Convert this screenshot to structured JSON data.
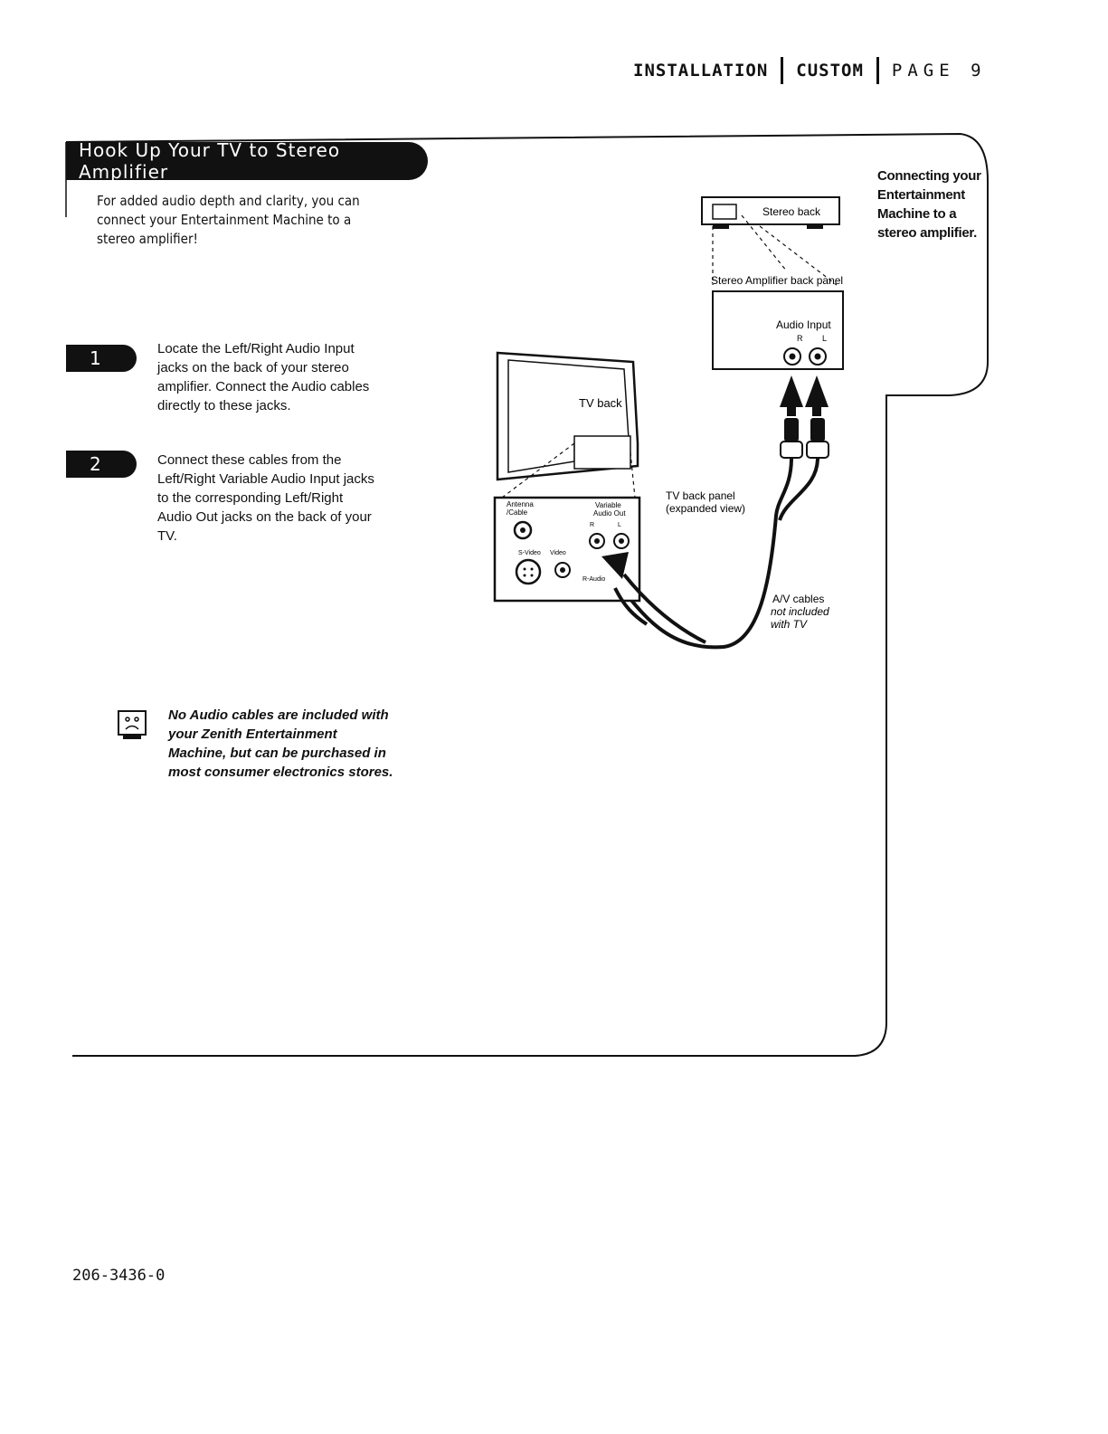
{
  "header": {
    "section": "INSTALLATION",
    "subsection": "CUSTOM",
    "page": "PAGE 9"
  },
  "title": "Hook Up Your TV to Stereo Amplifier",
  "intro": "For added audio depth and clarity, you can connect your Entertainment Machine to a stereo amplifier!",
  "sidenote": "Connecting your Entertainment Machine to a stereo amplifier.",
  "steps": [
    {
      "number": "1",
      "text": "Locate the Left/Right Audio Input jacks on the back of your stereo amplifier. Connect the Audio cables directly to these jacks."
    },
    {
      "number": "2",
      "text": "Connect these cables from the Left/Right Variable Audio Input jacks to the corresponding Left/Right Audio Out jacks on the back of your TV."
    }
  ],
  "note": "No Audio cables are included with your Zenith Entertainment Machine, but can be purchased in most consumer electronics stores.",
  "diagram": {
    "stereo_back": "Stereo back",
    "stereo_panel": "Stereo Amplifier back panel",
    "audio_input": "Audio Input",
    "r": "R",
    "l": "L",
    "tv_back": "TV back",
    "tv_panel_1": "TV back panel",
    "tv_panel_2": "(expanded view)",
    "antenna_1": "Antenna",
    "antenna_2": "/Cable",
    "variable_1": "Variable",
    "variable_2": "Audio Out",
    "svideo": "S-Video",
    "video": "Video",
    "r_audio": "R-Audio",
    "cables_1": "A/V cables",
    "cables_2": "not included",
    "cables_3": "with TV"
  },
  "doc_number": "206-3436-0"
}
